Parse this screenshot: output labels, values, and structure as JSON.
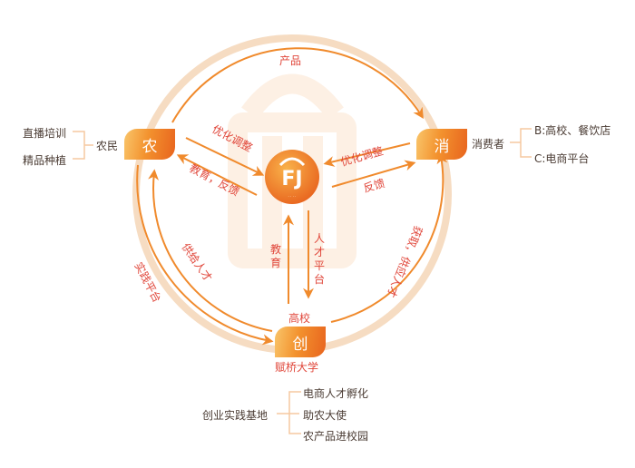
{
  "colors": {
    "ring": "#f6dcc2",
    "arrow": "#f08a2c",
    "flow_label": "#e0463a",
    "bracket": "#f6c9a0",
    "text_dark": "#4a3b33",
    "watermark": "#fdf2e8"
  },
  "center": {
    "logo_text": "FJ",
    "logo_caption": "赋桥大学"
  },
  "nodes": {
    "farmer": {
      "glyph": "农",
      "label": "农民"
    },
    "consumer": {
      "glyph": "消",
      "label": "消费者"
    },
    "startup": {
      "glyph": "创",
      "label_top": "高校",
      "label_bottom": "赋桥大学"
    }
  },
  "farmer_branches": [
    "直播培训",
    "精品种植"
  ],
  "consumer_branches": [
    "B:高校、餐饮店",
    "C:电商平台"
  ],
  "startup_root": "创业实践基地",
  "startup_branches": [
    "电商人才孵化",
    "助农大使",
    "农产品进校园"
  ],
  "flows": {
    "product": "产品",
    "farmer_to_center": "优化调整",
    "center_to_farmer": "教育，反馈",
    "consumer_to_center": "优化调整",
    "center_to_consumer": "反馈",
    "uni_to_center": "教育",
    "center_to_uni": "人才平台",
    "uni_to_farmer": "供给人才",
    "farmer_to_uni": "实践平台",
    "uni_to_consumer": "获取，供应人才"
  }
}
